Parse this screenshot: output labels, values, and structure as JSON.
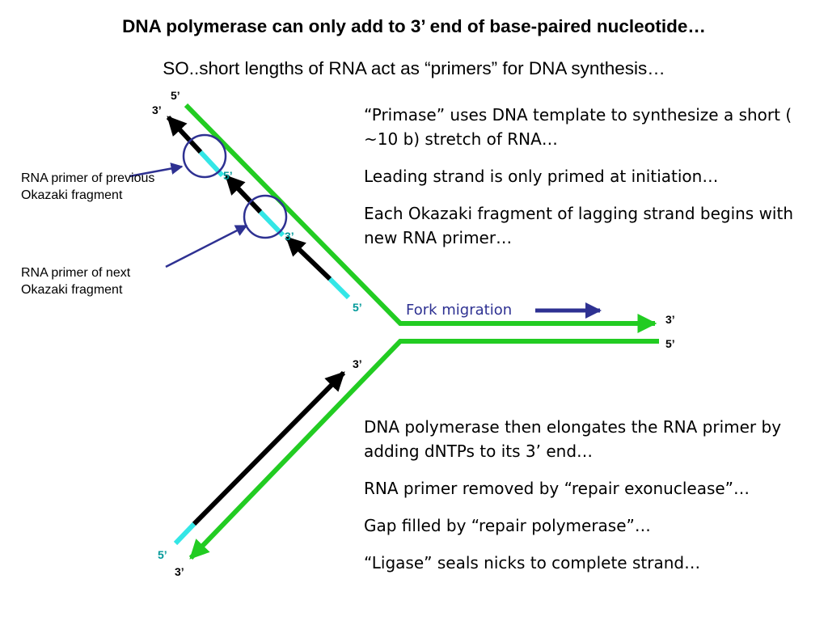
{
  "title": "DNA polymerase can only add to 3’ end of base-paired nucleotide…",
  "subtitle": "SO..short lengths of RNA act as “primers” for DNA synthesis…",
  "top_bullets": [
    "“Primase” uses DNA template to synthesize a short ( ~10 b) stretch of RNA…",
    "Leading strand is only primed at initiation…",
    "Each Okazaki fragment of lagging strand begins with new RNA primer…"
  ],
  "bottom_bullets": [
    "DNA polymerase then elongates the RNA primer by adding dNTPs to its 3’ end…",
    "RNA primer removed by “repair exonuclease”…",
    "Gap filled by “repair polymerase”…",
    "“Ligase” seals nicks to complete strand…"
  ],
  "labels": {
    "previous_primer": "RNA primer of previous Okazaki fragment",
    "next_primer": "RNA primer of next Okazaki fragment",
    "fork_migration": "Fork migration"
  },
  "ends": {
    "top_green_5": "5’",
    "top_black_3": "3’",
    "frag1_5": "5’",
    "frag2_3": "3’",
    "lagging_5": "5’",
    "right_top_3": "3’",
    "right_bottom_5": "5’",
    "leading_3": "3’",
    "bottom_teal_5": "5’",
    "bottom_green_3": "3’"
  },
  "colors": {
    "dna_template": "#22cc22",
    "new_dna": "#000000",
    "rna_primer": "#33e6e6",
    "pointer": "#2e3192",
    "end_label_teal": "#009999"
  }
}
